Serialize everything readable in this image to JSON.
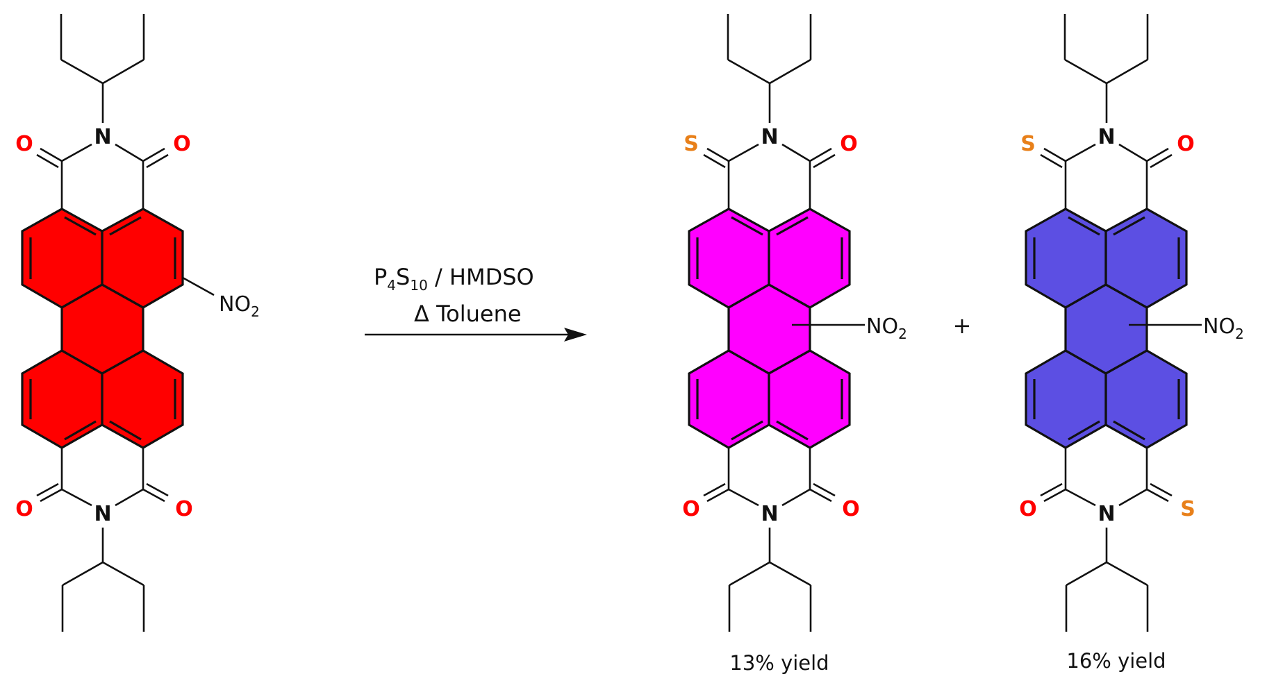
{
  "reaction": {
    "reagent": "P",
    "reagent_sub1": "4",
    "reagent_mid": "S",
    "reagent_sub2": "10",
    "reagent_tail": " / HMDSO",
    "conditions": "Δ Toluene",
    "plus": "+"
  },
  "atoms": {
    "nitrogen": "N",
    "oxygen": "O",
    "sulfur": "S",
    "nitro_main": "NO",
    "nitro_sub": "2"
  },
  "products": [
    {
      "yield_label": "13% yield"
    },
    {
      "yield_label": "16% yield"
    }
  ],
  "colors": {
    "reactant_fill": "#ff0000",
    "product1_fill": "#ff00ff",
    "product2_fill": "#5c4fe3",
    "oxygen": "#ff0000",
    "sulfur": "#e8801a",
    "bond": "#111111"
  }
}
